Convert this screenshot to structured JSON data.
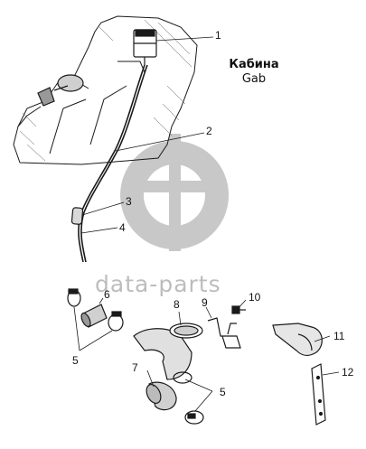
{
  "title": {
    "ru": "Кабина",
    "en": "Gab"
  },
  "watermark": {
    "text": "data-parts"
  },
  "callouts": [
    {
      "id": "c1",
      "label": "1"
    },
    {
      "id": "c2",
      "label": "2"
    },
    {
      "id": "c3",
      "label": "3"
    },
    {
      "id": "c4",
      "label": "4"
    },
    {
      "id": "c6",
      "label": "6"
    },
    {
      "id": "c8",
      "label": "8"
    },
    {
      "id": "c9",
      "label": "9"
    },
    {
      "id": "c10",
      "label": "10"
    },
    {
      "id": "c5a",
      "label": "5"
    },
    {
      "id": "c11",
      "label": "11"
    },
    {
      "id": "c7",
      "label": "7"
    },
    {
      "id": "c5b",
      "label": "5"
    },
    {
      "id": "c12",
      "label": "12"
    }
  ],
  "colors": {
    "line": "#1a1a1a",
    "watermark": "#bdbdbd",
    "background": "#ffffff"
  }
}
